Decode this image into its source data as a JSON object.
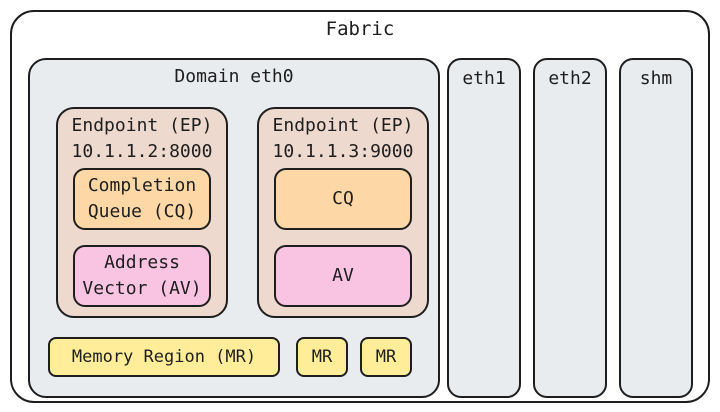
{
  "fabric": {
    "title": "Fabric",
    "domain": {
      "title": "Domain eth0",
      "endpoints": [
        {
          "title": "Endpoint (EP)",
          "address": "10.1.1.2:8000",
          "cq_label": "Completion\nQueue (CQ)",
          "av_label": "Address\nVector (AV)"
        },
        {
          "title": "Endpoint (EP)",
          "address": "10.1.1.3:9000",
          "cq_label": "CQ",
          "av_label": "AV"
        }
      ],
      "memory_regions": [
        "Memory Region (MR)",
        "MR",
        "MR"
      ]
    },
    "other_domains": [
      "eth1",
      "eth2",
      "shm"
    ]
  },
  "colors": {
    "domain_fill": "#e9ecef",
    "endpoint_fill": "#eed9cf",
    "cq_fill": "#fdd8a6",
    "av_fill": "#f8c4e2",
    "mr_fill": "#ffed99",
    "stroke": "#1e1e1e"
  }
}
